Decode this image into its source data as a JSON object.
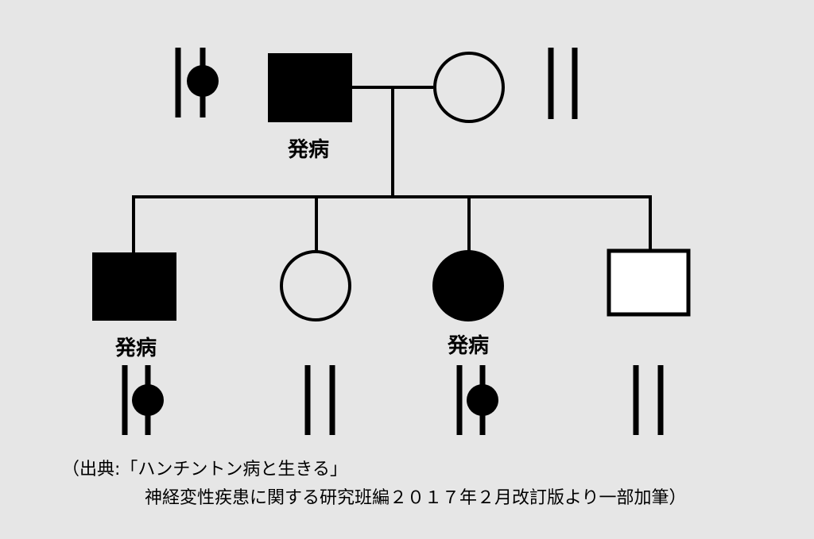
{
  "colors": {
    "background": "#e6e6e6",
    "ink": "#000000",
    "unaffected_fill": "#ffffff"
  },
  "pedigree": {
    "father": {
      "sex": "male",
      "status": "affected",
      "label": "発病",
      "chromosomes": "one-mutated"
    },
    "mother": {
      "sex": "female",
      "status": "unaffected",
      "label": "",
      "chromosomes": "normal"
    },
    "children": [
      {
        "sex": "male",
        "status": "affected",
        "label": "発病",
        "chromosomes": "one-mutated"
      },
      {
        "sex": "female",
        "status": "unaffected",
        "label": "",
        "chromosomes": "normal"
      },
      {
        "sex": "female",
        "status": "affected",
        "label": "発病",
        "chromosomes": "one-mutated"
      },
      {
        "sex": "male",
        "status": "unaffected",
        "label": "",
        "chromosomes": "normal"
      }
    ]
  },
  "source": {
    "line1": "（出典:「ハンチントン病と生きる」",
    "line2": "神経変性疾患に関する研究班編２０１７年２月改訂版より一部加筆）"
  }
}
